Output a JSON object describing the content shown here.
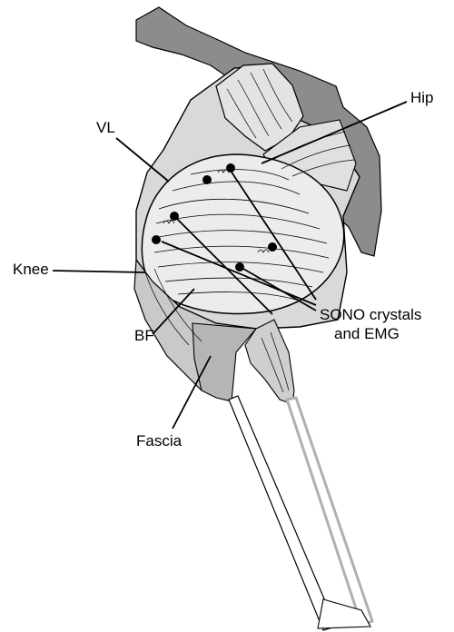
{
  "labels": {
    "vl": "VL",
    "hip": "Hip",
    "knee": "Knee",
    "bf": "BF",
    "sono_line1": "SONO crystals",
    "sono_line2": "and EMG",
    "fascia": "Fascia"
  },
  "colors": {
    "pelvis_fill": "#8c8c8c",
    "muscle_fill": "#d9d9d9",
    "fascia_fill": "#b5b5b5",
    "outline": "#000000",
    "bone_fill": "#ffffff",
    "tibia_gray": "#b0b0b0"
  }
}
